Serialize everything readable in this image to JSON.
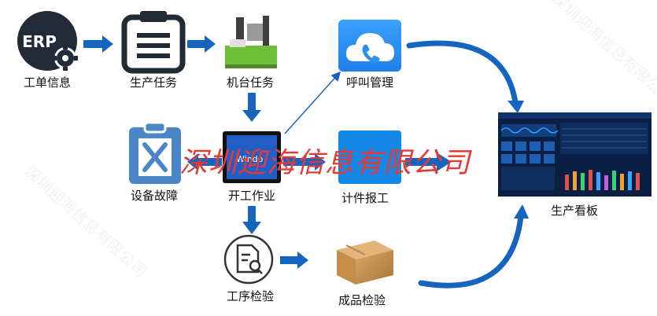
{
  "nodes": {
    "erp": {
      "label": "工单信息",
      "icon_text": "ERP"
    },
    "production_task": {
      "label": "生产任务"
    },
    "machine_task": {
      "label": "机台任务"
    },
    "call_management": {
      "label": "呼叫管理"
    },
    "equipment_fault": {
      "label": "设备故障"
    },
    "start_work": {
      "label": "开工作业",
      "screen_text": "Windo"
    },
    "piece_report": {
      "label": "计件报工"
    },
    "process_inspection": {
      "label": "工序检验"
    },
    "product_inspection": {
      "label": "成品检验"
    },
    "production_board": {
      "label": "生产看板"
    }
  },
  "watermark": "深圳迎海信息有限公司",
  "colors": {
    "arrow": "#1565c0",
    "icon_dark": "#222a36",
    "call_blue": "#2b8ef0",
    "fault_blue": "#4d86c6",
    "watermark": "#e53935",
    "board_bg": "#0b1f44"
  }
}
